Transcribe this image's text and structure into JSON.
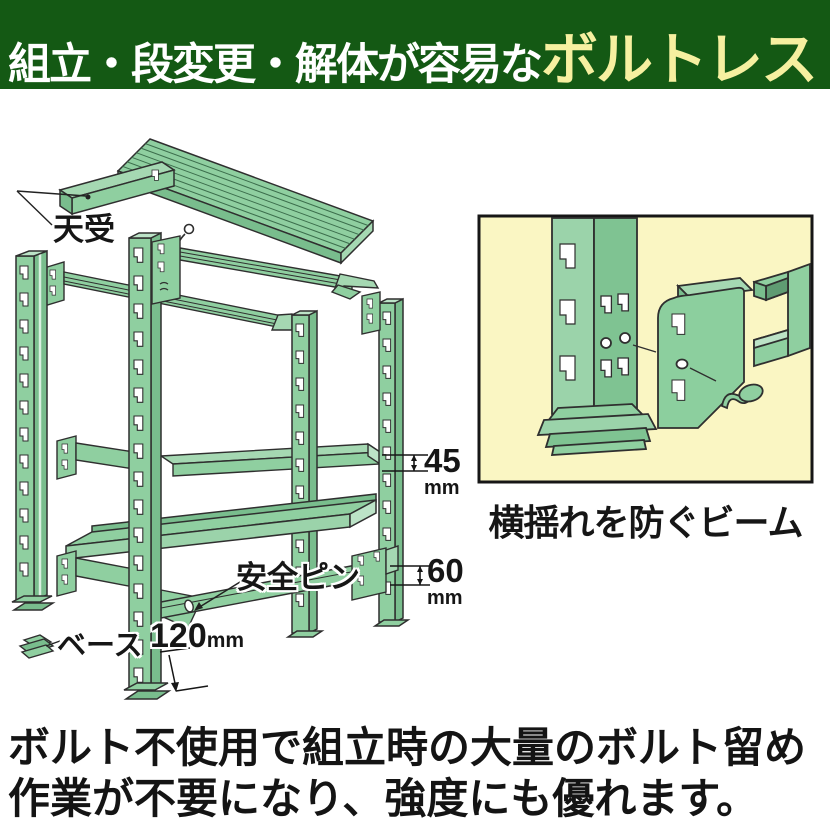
{
  "header": {
    "title_white": "組立・段変更・解体が容易な",
    "title_yellow": "ボルトレス"
  },
  "diagram": {
    "labels": {
      "top_receiver": "天受",
      "safety_pin": "安全ピン",
      "base": "ベース"
    },
    "measurements": {
      "m45_value": "45",
      "m45_unit": "mm",
      "m60_value": "60",
      "m60_unit": "mm",
      "m120_value": "120",
      "m120_unit": "mm"
    }
  },
  "inset": {
    "caption": "横揺れを防ぐビーム"
  },
  "footer": {
    "line1": "ボルト不使用で組立時の大量のボルト留め",
    "line2": "作業が不要になり、強度にも優れます。"
  },
  "colors": {
    "banner_bg": "#145914",
    "banner_yellow": "#f6f0a0",
    "steel_green": "#8fcfa0",
    "steel_green_dark": "#79bd8d",
    "steel_green_light": "#bce3c7",
    "inset_bg": "#faf6c3",
    "outline": "#2f2f2f",
    "text": "#161616"
  }
}
